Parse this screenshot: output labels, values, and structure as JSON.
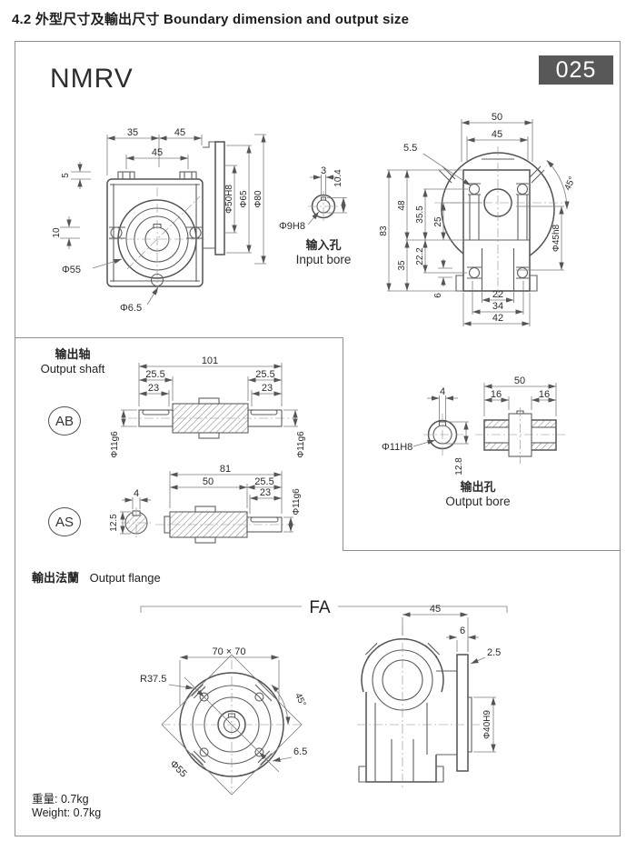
{
  "header": {
    "title": "4.2 外型尺寸及輸出尺寸 Boundary dimension and output size"
  },
  "panel": {
    "model": "NMRV",
    "badge": "025"
  },
  "front_view": {
    "dim35": "35",
    "dim45top": "45",
    "dim45bolt": "45",
    "dim5": "5",
    "dim10": "10",
    "phi55": "Φ55",
    "phi6_5": "Φ6.5",
    "phi50h8": "Φ50H8",
    "phi65": "Φ65",
    "phi80": "Φ80"
  },
  "input_bore": {
    "dim3": "3",
    "dim10_4": "10.4",
    "phi9h8": "Φ9H8",
    "label_cn": "输入孔",
    "label_en": "Input bore"
  },
  "rear_view": {
    "dim50": "50",
    "dim45": "45",
    "dim5_5": "5.5",
    "angle45": "45°",
    "dim83": "83",
    "dim48": "48",
    "dim35": "35",
    "dim35_5": "35.5",
    "dim25": "25",
    "dim22_2": "22.2",
    "dim6": "6",
    "dim22": "22",
    "dim34": "34",
    "dim42": "42",
    "phi45h8": "Φ45h8"
  },
  "output_shaft": {
    "label_cn": "输出轴",
    "label_en": "Output shaft",
    "ab_label": "AB",
    "as_label": "AS",
    "ab": {
      "dim101": "101",
      "dim25_5l": "25.5",
      "dim25_5r": "25.5",
      "dim23l": "23",
      "dim23r": "23",
      "phi11g6l": "Φ11g6",
      "phi11g6r": "Φ11g6"
    },
    "as": {
      "dim4": "4",
      "dim12_5": "12.5",
      "dim81": "81",
      "dim50": "50",
      "dim25_5": "25.5",
      "dim23": "23",
      "phi11g6": "Φ11g6"
    }
  },
  "output_bore": {
    "dim4": "4",
    "phi11h8": "Φ11H8",
    "dim12_8": "12.8",
    "dim50": "50",
    "dim16l": "16",
    "dim16r": "16",
    "label_cn": "输出孔",
    "label_en": "Output bore"
  },
  "flange": {
    "label_cn": "輸出法蘭",
    "label_en": "Output flange",
    "fa": "FA",
    "dim70": "70 × 70",
    "r37_5": "R37.5",
    "angle45": "45°",
    "phi55": "Φ55",
    "dim6_5": "6.5",
    "dim45": "45",
    "dim6": "6",
    "dim2_5": "2.5",
    "phi40h9": "Φ40H9"
  },
  "footer": {
    "weight_cn": "重量: 0.7kg",
    "weight_en": "Weight: 0.7kg"
  }
}
